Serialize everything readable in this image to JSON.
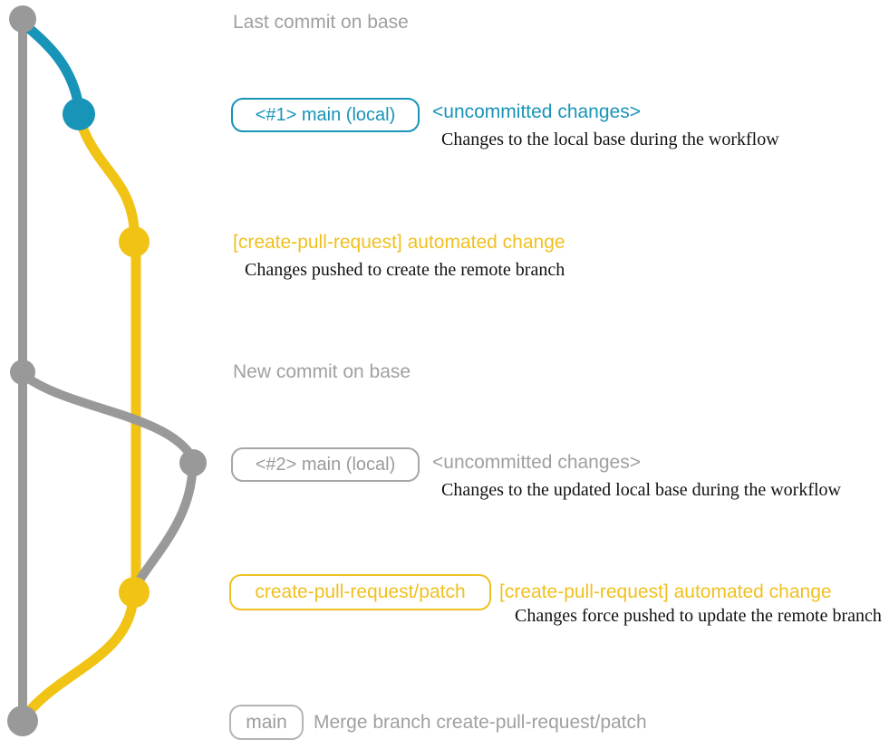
{
  "colors": {
    "gray_line": "#999999",
    "blue_line": "#1894b8",
    "yellow_line": "#f0c314",
    "gray_node": "#999999",
    "blue_node": "#1894b8",
    "yellow_node": "#f0c314"
  },
  "annotations": {
    "last_commit": "Last commit on base",
    "new_commit": "New commit on base",
    "merge_text": "Merge branch create-pull-request/patch"
  },
  "step1": {
    "badge": "<#1> main (local)",
    "status": "<uncommitted changes>",
    "note": "Changes to the local base during the workflow"
  },
  "commit1": {
    "title": "[create-pull-request] automated change",
    "note": "Changes pushed to create the remote branch"
  },
  "step2": {
    "badge": "<#2> main (local)",
    "status": "<uncommitted changes>",
    "note": "Changes to the updated local base during the workflow"
  },
  "commit2": {
    "badge": "create-pull-request/patch",
    "title": "[create-pull-request] automated change",
    "note": "Changes force pushed to update the remote branch"
  },
  "merge": {
    "badge": "main"
  }
}
